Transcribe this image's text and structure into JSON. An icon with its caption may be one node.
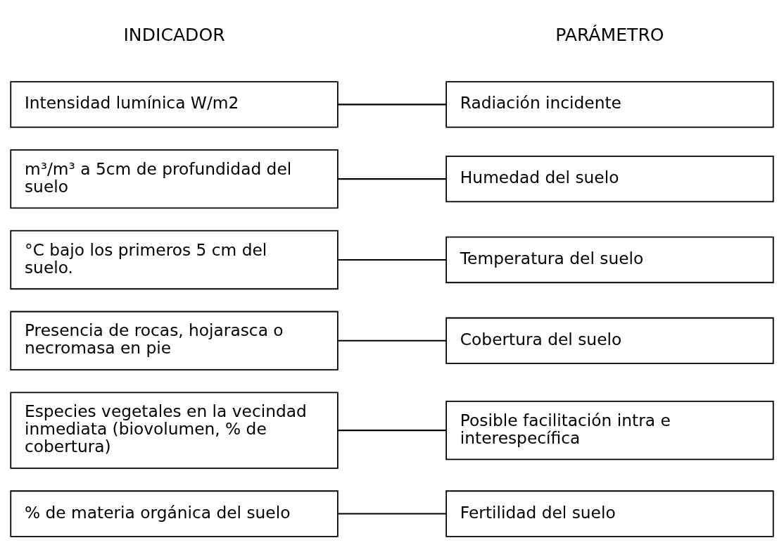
{
  "diagram": {
    "nodes": [
      {
        "text": [
          "Intensidad lumínica W/m2"
        ]
      },
      {
        "text": [
          "Radiación incidente"
        ]
      },
      {
        "text": [
          "m³/m³ a 5cm de profundidad del suelo"
        ]
      },
      {
        "text": [
          "Humedad del suelo"
        ]
      },
      {
        "text": [
          "°C bajo los primeros 5 cm del suelo."
        ]
      },
      {
        "text": [
          "Temperatura del suelo"
        ]
      },
      {
        "text": [
          "Presencia de rocas, hojarasca o necromasa en pie"
        ]
      },
      {
        "text": [
          "Cobertura del suelo"
        ]
      },
      {
        "text": [
          "Especies vegetales en la vecindad inmediata (biovolumen, % de cobertura)"
        ]
      },
      {
        "text": [
          "Posible facilitación intra e interespecífica"
        ]
      },
      {
        "text": [
          "% de materia orgánica del suelo"
        ]
      },
      {
        "text": [
          "Fertilidad del suelo"
        ]
      }
    ],
    "edges": [
      {
        "from": 0,
        "to": 1,
        "arrow": "none"
      },
      {
        "from": 2,
        "to": 3,
        "arrow": "none"
      },
      {
        "from": 4,
        "to": 5,
        "arrow": "none"
      },
      {
        "from": 6,
        "to": 7,
        "arrow": "none"
      },
      {
        "from": 8,
        "to": 9,
        "arrow": "none"
      },
      {
        "from": 10,
        "to": 11,
        "arrow": "none"
      }
    ],
    "labels": [
      "INDICADOR",
      "PARÁMETRO"
    ]
  }
}
